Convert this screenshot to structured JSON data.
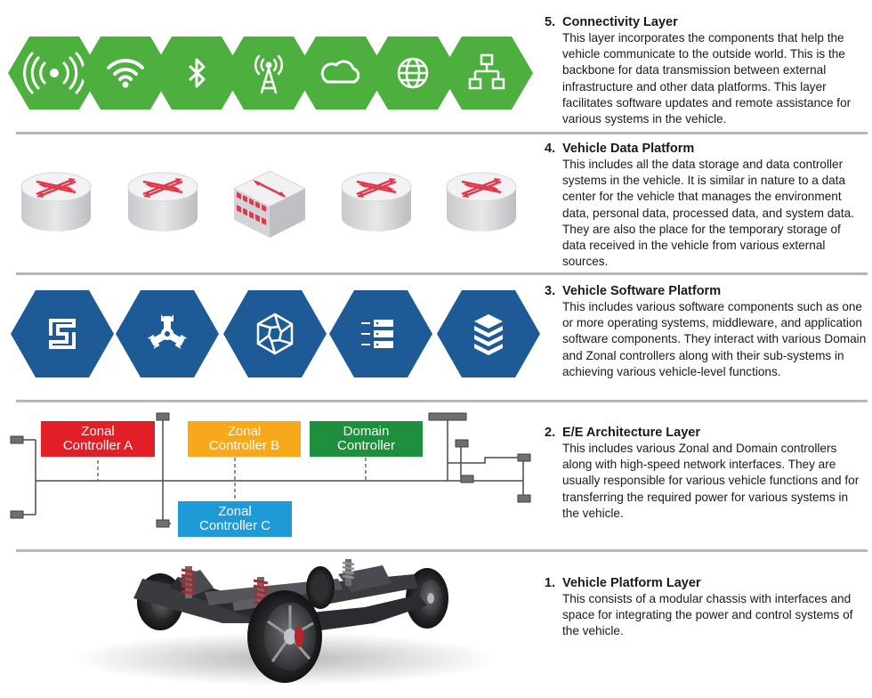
{
  "colors": {
    "connectivity_green": "#4caf3e",
    "software_blue": "#1d5a96",
    "zonal_red": "#e21f26",
    "zonal_orange": "#f7a81b",
    "domain_green": "#1e8f3d",
    "zonal_blue": "#1e9ad6",
    "router_arrow_red": "#e0394b",
    "divider_gray": "#b7b7b7"
  },
  "layers": [
    {
      "number": "5.",
      "title": "Connectivity Layer",
      "description": "This layer incorporates the components that help the vehicle communicate to the outside world. This is the backbone for data transmission between external infrastructure and other data platforms. This layer facilitates software updates and remote assistance for various systems in the vehicle.",
      "icons": [
        "radio-signal-icon",
        "wifi-icon",
        "bluetooth-icon",
        "cell-tower-icon",
        "cloud-icon",
        "globe-icon",
        "network-icon"
      ]
    },
    {
      "number": "4.",
      "title": "Vehicle Data Platform",
      "description": "This includes all the data storage and data controller systems in the vehicle. It is similar in nature to a data center for the vehicle that manages the environment data, personal data, processed data, and system data. They are also the place for the temporary storage of data received in the vehicle from various external sources.",
      "icons": [
        "router-icon",
        "router-icon",
        "switch-icon",
        "router-icon",
        "router-icon"
      ]
    },
    {
      "number": "3.",
      "title": "Vehicle Software Platform",
      "description": "This includes various software components such as one or more operating systems, middleware, and application software components. They interact with various Domain and Zonal controllers along with their sub-systems in achieving various vehicle-level functions.",
      "icons": [
        "framework-icon",
        "tools-icon",
        "hexagon-spiral-icon",
        "server-list-icon",
        "layers-stack-icon"
      ]
    },
    {
      "number": "2.",
      "title": "E/E Architecture Layer",
      "description": "This includes various Zonal and Domain controllers along with high-speed network interfaces. They are usually responsible for various vehicle functions and for transferring the required power for various systems in the vehicle.",
      "controllers": [
        {
          "line1": "Zonal",
          "line2": "Controller A"
        },
        {
          "line1": "Zonal",
          "line2": "Controller B"
        },
        {
          "line1": "Domain",
          "line2": "Controller"
        },
        {
          "line1": "Zonal",
          "line2": "Controller C"
        }
      ]
    },
    {
      "number": "1.",
      "title": "Vehicle Platform Layer",
      "description": "This consists of a modular chassis with interfaces and space for integrating the power and control systems of the vehicle."
    }
  ]
}
